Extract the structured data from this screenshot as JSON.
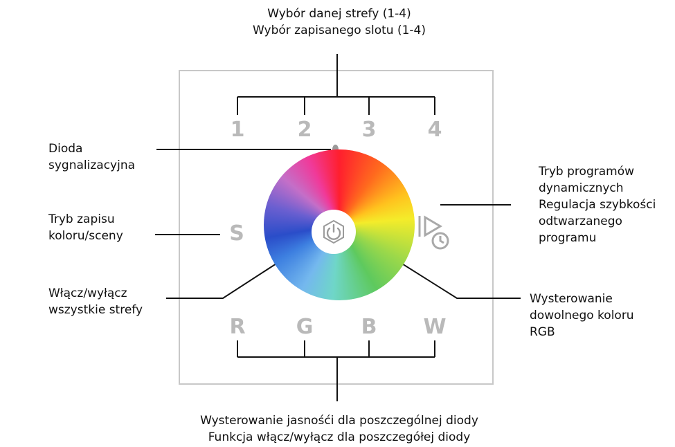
{
  "top_label": {
    "line1": "Wybór danej strefy (1-4)",
    "line2": "Wybór zapisanego slotu (1-4)"
  },
  "zone_keys": [
    "1",
    "2",
    "3",
    "4"
  ],
  "rgbw_keys": [
    "R",
    "G",
    "B",
    "W"
  ],
  "s_key": "S",
  "left_labels": {
    "led": {
      "line1": "Dioda",
      "line2": "sygnalizacyjna"
    },
    "save": {
      "line1": "Tryb zapisu",
      "line2": "koloru/sceny"
    },
    "power": {
      "line1": "Włącz/wyłącz",
      "line2": "wszystkie strefy"
    }
  },
  "right_labels": {
    "program": {
      "line1": "Tryb programów",
      "line2": "dynamicznych",
      "line3": "Regulacja szybkości",
      "line4": "odtwarzanego",
      "line5": "programu"
    },
    "rgb": {
      "line1": "Wysterowanie",
      "line2": "dowolnego koloru",
      "line3": "RGB"
    }
  },
  "bottom_label": {
    "line1": "Wysterowanie jasnośći dla poszczególnej diody",
    "line2": "Funkcja włącz/wyłącz dla poszczegółej diody"
  },
  "colors": {
    "key_gray": "#b9b9b9",
    "panel_border": "#c8c8c8",
    "line": "#111111"
  }
}
